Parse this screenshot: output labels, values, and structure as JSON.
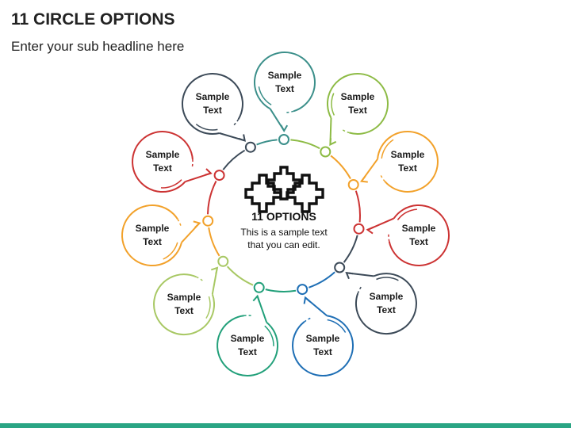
{
  "title": "11 CIRCLE OPTIONS",
  "subtitle": "Enter your sub headline here",
  "center": {
    "heading": "11 OPTIONS",
    "text_line1": "This is a sample text",
    "text_line2": "that you can edit.",
    "icon": "gears-icon"
  },
  "options": [
    {
      "label_line1": "Sample",
      "label_line2": "Text",
      "color": "#3b8f8a"
    },
    {
      "label_line1": "Sample",
      "label_line2": "Text",
      "color": "#8dbb45"
    },
    {
      "label_line1": "Sample",
      "label_line2": "Text",
      "color": "#f2a12a"
    },
    {
      "label_line1": "Sample",
      "label_line2": "Text",
      "color": "#cc3333"
    },
    {
      "label_line1": "Sample",
      "label_line2": "Text",
      "color": "#3c4a58"
    },
    {
      "label_line1": "Sample",
      "label_line2": "Text",
      "color": "#1f6fb5"
    },
    {
      "label_line1": "Sample",
      "label_line2": "Text",
      "color": "#22a07a"
    },
    {
      "label_line1": "Sample",
      "label_line2": "Text",
      "color": "#a8c864"
    },
    {
      "label_line1": "Sample",
      "label_line2": "Text",
      "color": "#f2a12a"
    },
    {
      "label_line1": "Sample",
      "label_line2": "Text",
      "color": "#cc3333"
    },
    {
      "label_line1": "Sample",
      "label_line2": "Text",
      "color": "#3c4a58"
    }
  ],
  "bottom_bar_color": "#2aa584"
}
